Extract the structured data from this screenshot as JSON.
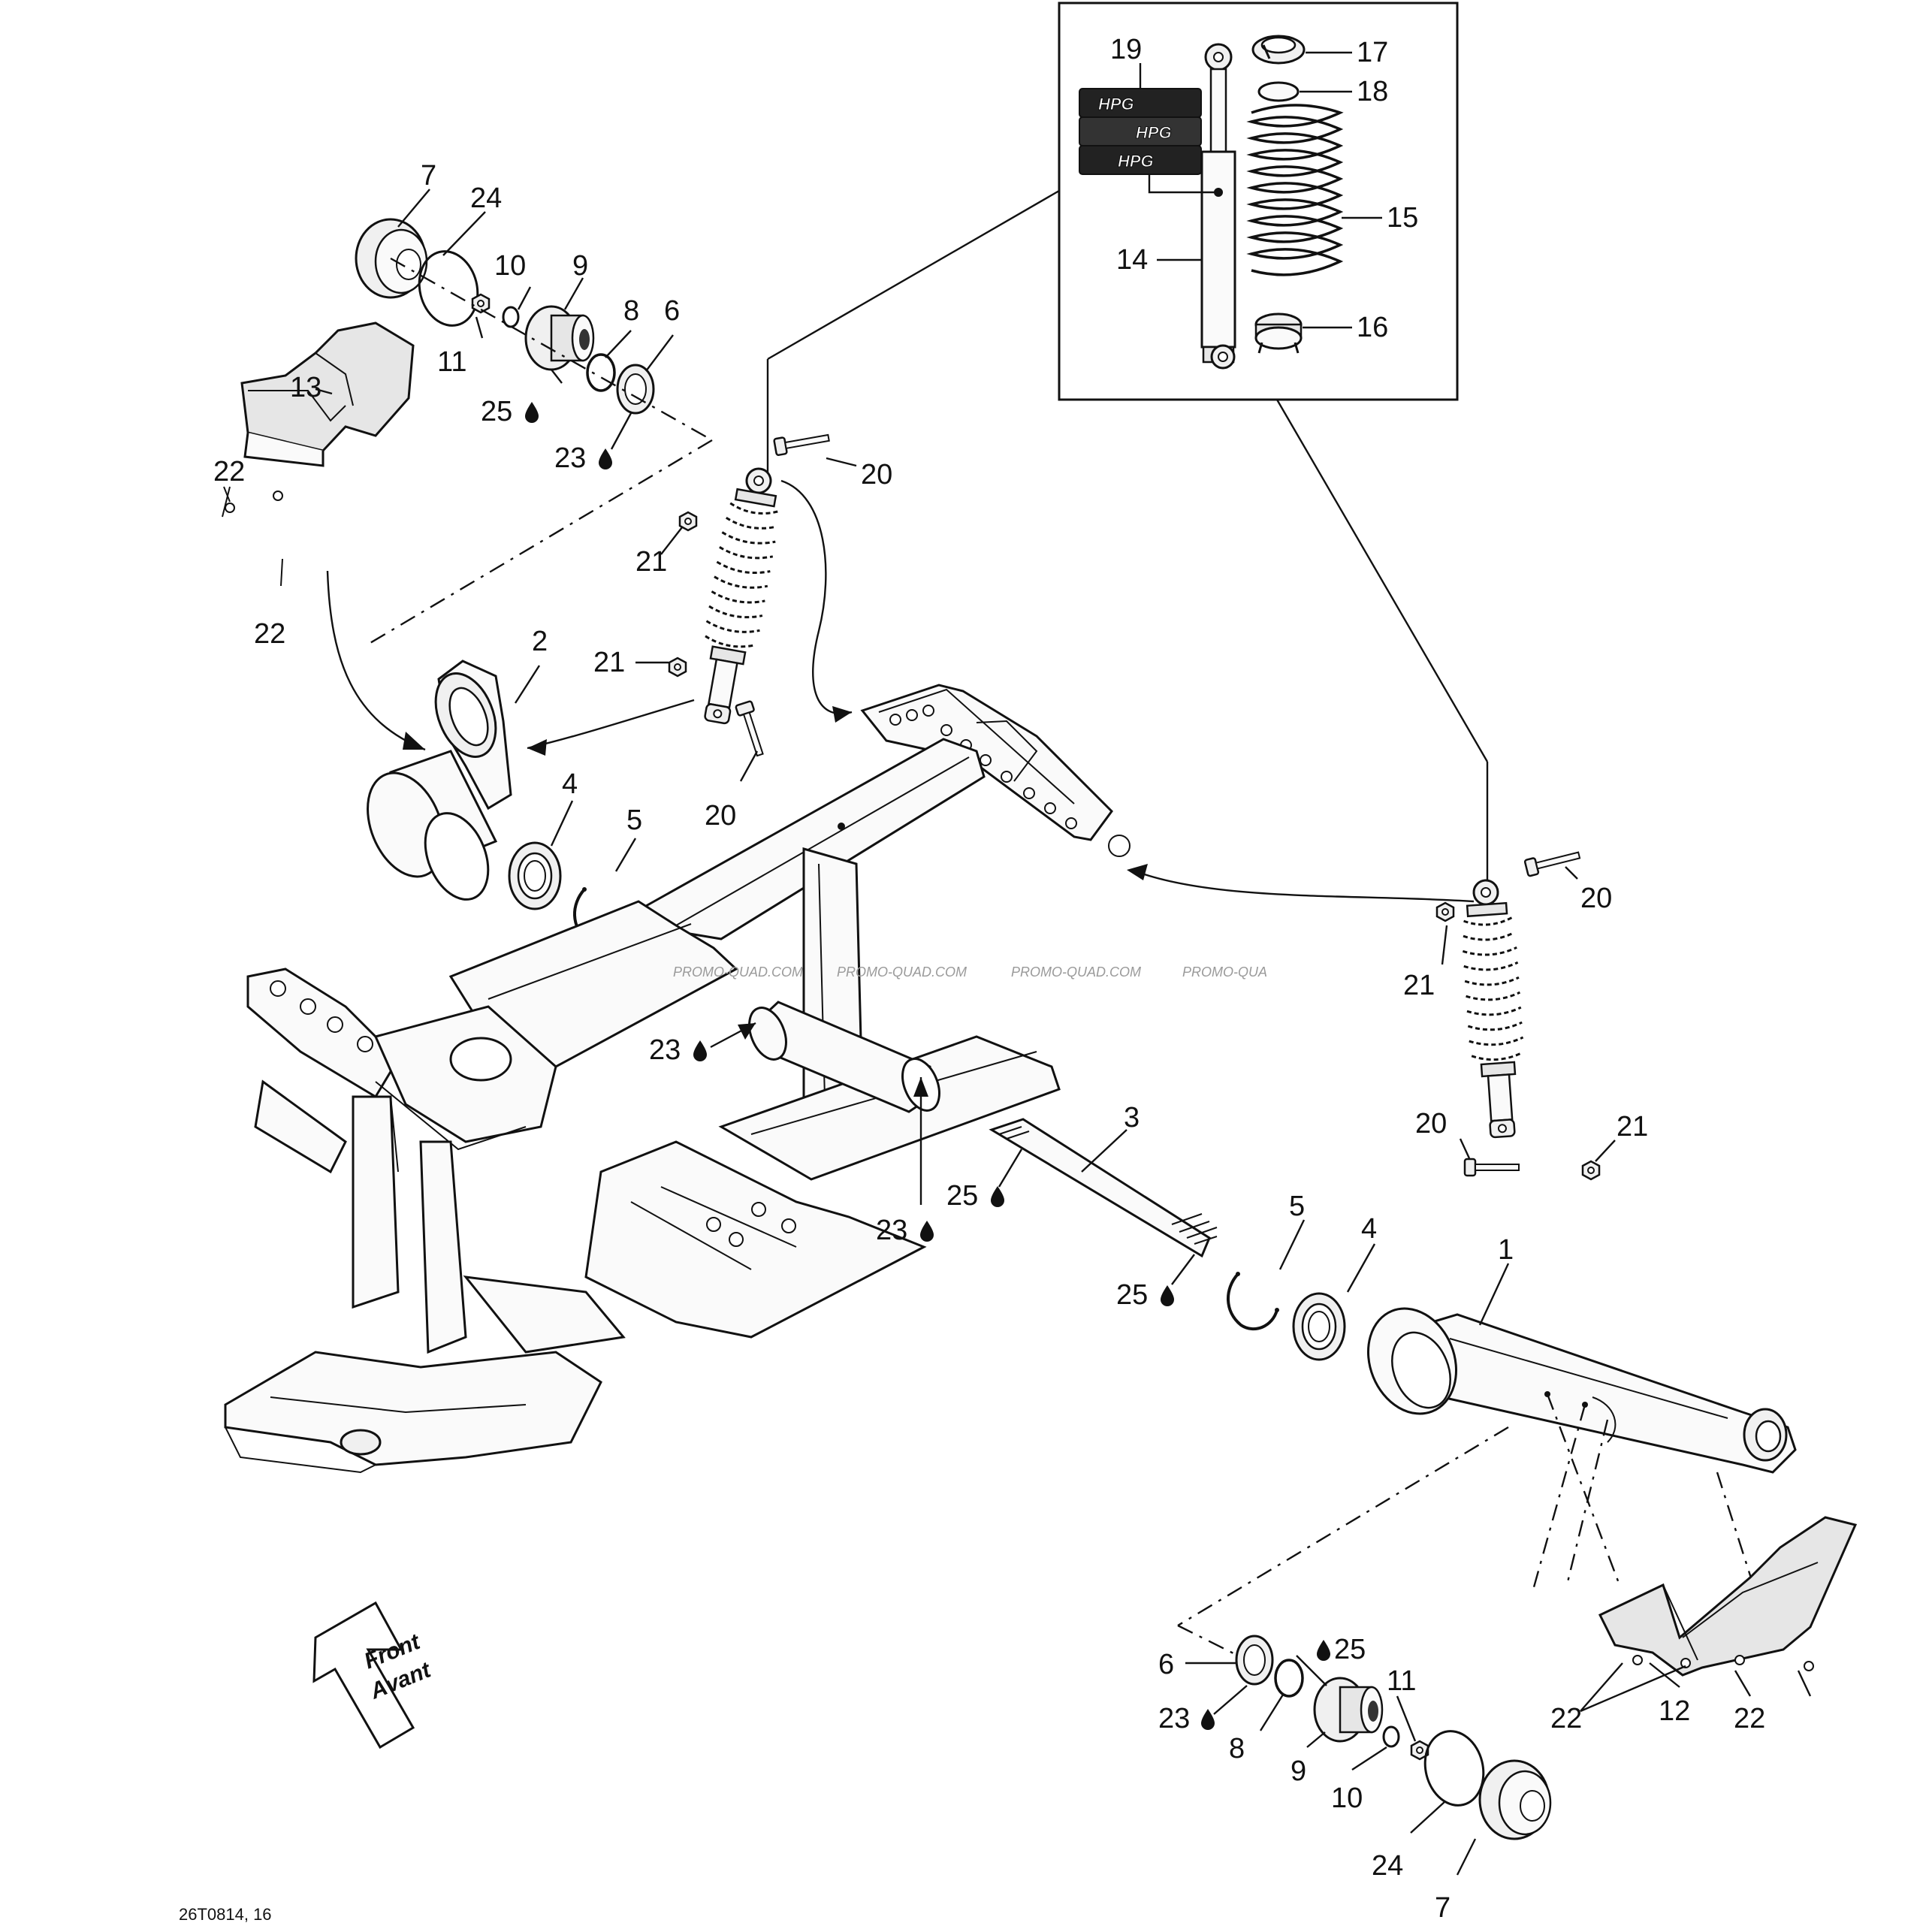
{
  "callouts": {
    "c1": "1",
    "c2": "2",
    "c3": "3",
    "c4a": "4",
    "c4b": "4",
    "c5a": "5",
    "c5b": "5",
    "c6a": "6",
    "c6b": "6",
    "c7a": "7",
    "c7b": "7",
    "c8a": "8",
    "c8b": "8",
    "c9a": "9",
    "c9b": "9",
    "c10a": "10",
    "c10b": "10",
    "c11a": "11",
    "c11b": "11",
    "c12": "12",
    "c13": "13",
    "c14": "14",
    "c15": "15",
    "c16": "16",
    "c17": "17",
    "c18": "18",
    "c19": "19",
    "c20a": "20",
    "c20b": "20",
    "c20c": "20",
    "c20d": "20",
    "c21a": "21",
    "c21b": "21",
    "c21c": "21",
    "c21d": "21",
    "c22a": "22",
    "c22b": "22",
    "c22c": "22",
    "c22d": "22",
    "c23a": "23",
    "c23b": "23",
    "c23c": "23",
    "c23d": "23",
    "c24a": "24",
    "c24b": "24",
    "c25a": "25",
    "c25b": "25",
    "c25c": "25",
    "c25d": "25"
  },
  "front_label_en": "Front",
  "front_label_fr": "Avant",
  "decal_text": "HPG",
  "watermark_text": "PROMO-QUAD.COM",
  "watermark_text_cut": "PROMO-QUA",
  "reference": "26T0814, 16",
  "icons": {
    "lubricant": "drop-icon",
    "direction": "front-arrow-icon"
  }
}
